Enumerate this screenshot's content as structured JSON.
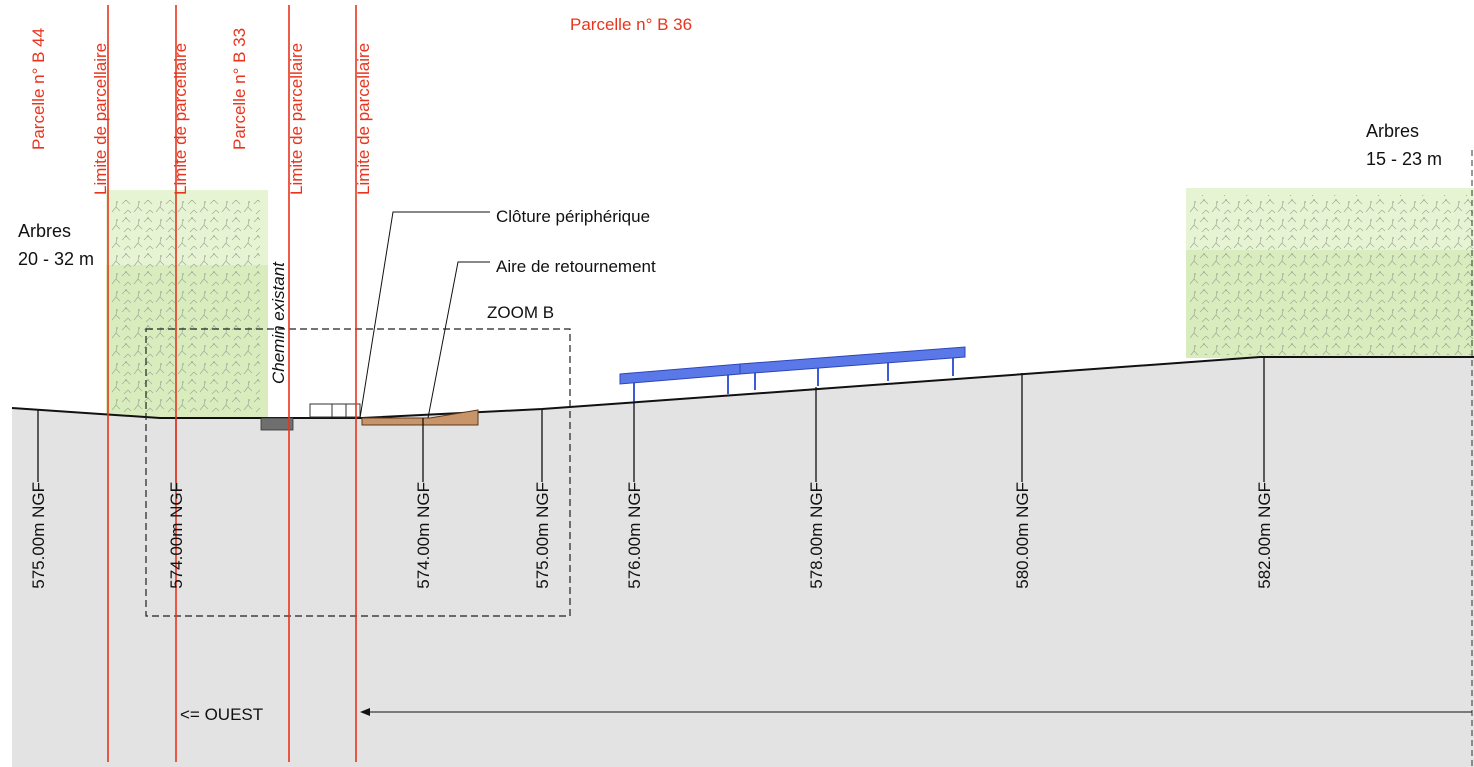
{
  "colors": {
    "ground": "#e3e3e3",
    "parcel_red": "#e8341c",
    "panel_blue": "#5a78e8",
    "tree_zone": "#e2f2cc",
    "tree_zone_dark": "#d2eab2",
    "turnaround": "#c8956a",
    "line": "#111111"
  },
  "parcels": {
    "b44": "Parcelle n° B 44",
    "b33": "Parcelle n° B 33",
    "b36": "Parcelle n° B 36",
    "limit": "Limite de parcellaire"
  },
  "labels": {
    "chemin": "Chemin existant",
    "cloture": "Clôture périphérique",
    "aire": "Aire de retournement",
    "zoom": "ZOOM B",
    "direction": "<= OUEST"
  },
  "trees": {
    "left_title": "Arbres",
    "left_height": "20 - 32 m",
    "right_title": "Arbres",
    "right_height": "15 - 23 m"
  },
  "elevations": [
    "575.00m NGF",
    "574.00m NGF",
    "574.00m NGF",
    "575.00m NGF",
    "576.00m NGF",
    "578.00m NGF",
    "580.00m NGF",
    "582.00m NGF"
  ]
}
